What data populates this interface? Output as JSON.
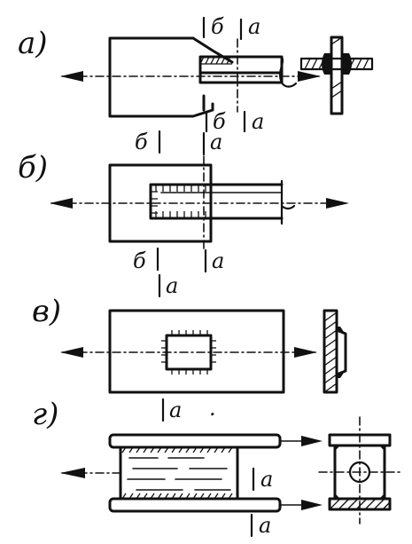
{
  "panels": [
    {
      "id": "a",
      "label": "а)",
      "sections": [
        "б",
        "а",
        "б",
        "а"
      ]
    },
    {
      "id": "b",
      "label": "б)",
      "sections": [
        "б",
        "а",
        "б",
        "а"
      ]
    },
    {
      "id": "v",
      "label": "в)",
      "sections": [
        "а"
      ]
    },
    {
      "id": "g",
      "label": "г)",
      "sections": [
        "а",
        "а",
        "а"
      ],
      "extra_mark": "."
    }
  ],
  "colors": {
    "ink": "#111111",
    "paper": "#ffffff"
  }
}
